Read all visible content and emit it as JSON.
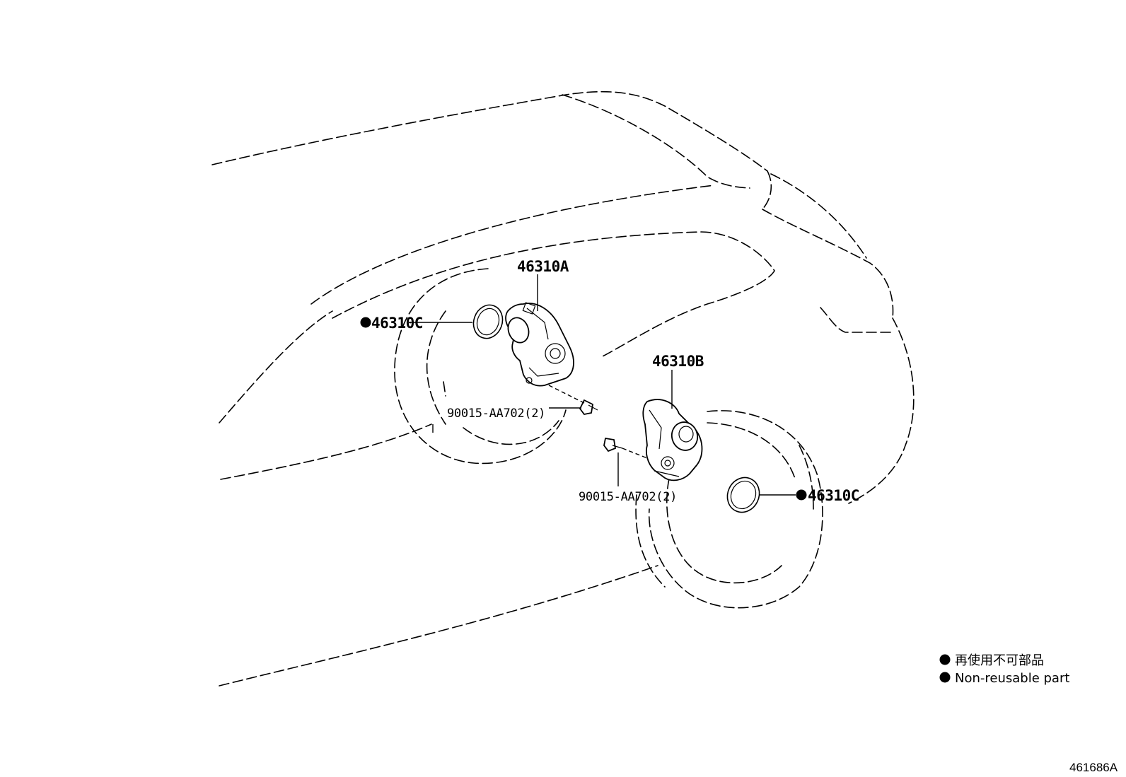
{
  "labels": {
    "part_a": "46310A",
    "part_b": "46310B",
    "seal_left": "46310C",
    "seal_right": "46310C",
    "bolt_left": "90015-AA702(2)",
    "bolt_right": "90015-AA702(2)"
  },
  "legend": {
    "line_jp": "再使用不可部品",
    "line_en": "Non-reusable part"
  },
  "doc_id": "461686A",
  "icons": {
    "non_reusable_marker": "filled-circle-icon"
  }
}
